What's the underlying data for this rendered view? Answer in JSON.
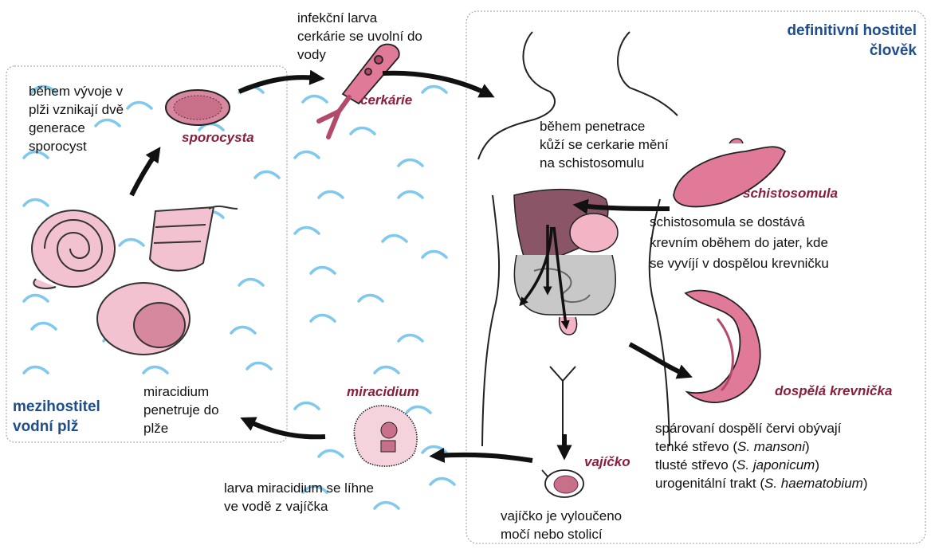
{
  "hosts": {
    "intermediate_line1": "mezihostitel",
    "intermediate_line2": "vodní plž",
    "definitive_line1": "definitivní hostitel",
    "definitive_line2": "člověk"
  },
  "stages": {
    "sporocyst": "sporocysta",
    "cercaria": "cerkárie",
    "schistosomula": "schistosomula",
    "adult": "dospělá krevnička",
    "egg": "vajíčko",
    "miracidium": "miracidium"
  },
  "notes": {
    "snail_dev": [
      "během vývoje v",
      "plži vznikají dvě",
      "generace",
      "sporocyst"
    ],
    "cercaria_release": [
      "infekční larva",
      "cerkárie se uvolní do",
      "vody"
    ],
    "penetration": [
      "během penetrace",
      "kůží se cerkarie mění",
      "na schistosomulu"
    ],
    "to_liver": [
      "schistosomula se dostává",
      "krevním oběhem do jater, kde",
      "se vyvíjí v dospělou krevničku"
    ],
    "adult_sites": {
      "intro": "spárovaní dospělí červi obývají",
      "small_prefix": "tenké střevo (",
      "small_species": "S. mansoni",
      "small_suffix": ")",
      "large_prefix": "tlusté střevo (",
      "large_species": "S. japonicum",
      "large_suffix": ")",
      "uro_prefix": "urogenitální trakt (",
      "uro_species": "S. haematobium",
      "uro_suffix": ")"
    },
    "egg_excreted": [
      "vajíčko je vyloučeno",
      "močí nebo stolicí"
    ],
    "hatch": [
      "larva miracidium se líhne",
      "ve vodě z vajíčka"
    ],
    "miracidium_penetrates": [
      "miracidium",
      "penetruje do",
      "plže"
    ]
  },
  "colors": {
    "host_label": "#1f4e8c",
    "stage_label": "#8a1f3c",
    "parasite_pink": "#e07a98",
    "snail_pink": "#f3c2d0",
    "water_blue": "#7fc8ee",
    "liver": "#8a5566"
  },
  "icons": [
    "snail-illustration",
    "sporocyst-illustration",
    "cercaria-illustration",
    "human-body-illustration",
    "schistosomula-illustration",
    "adult-worm-illustration",
    "egg-illustration",
    "miracidium-illustration",
    "cycle-arrow"
  ]
}
